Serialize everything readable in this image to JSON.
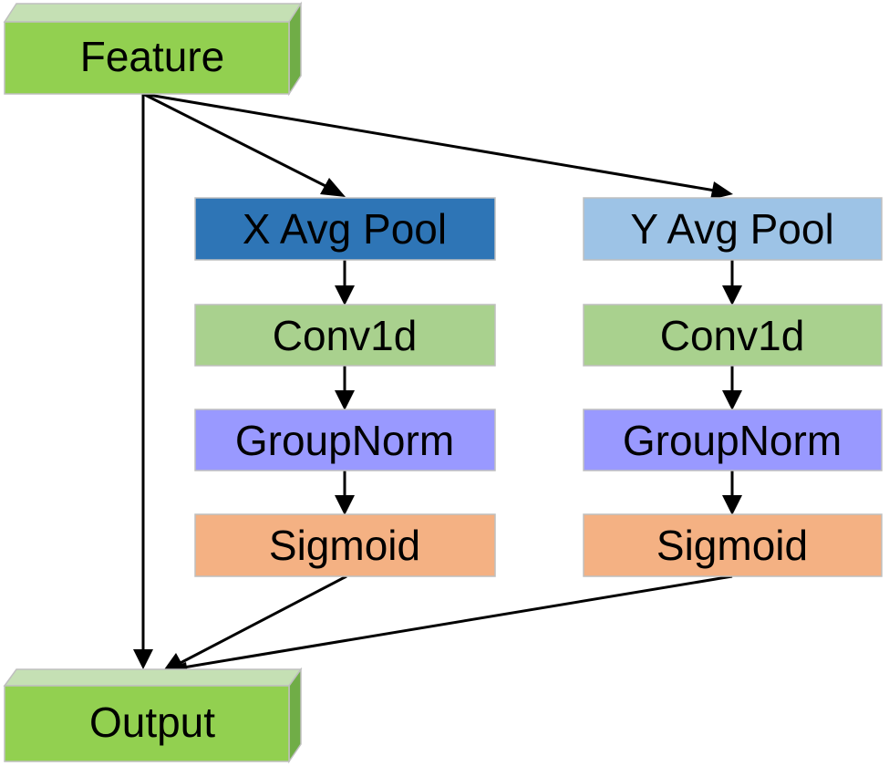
{
  "nodes": {
    "feature": {
      "label": "Feature",
      "color": "#92d050"
    },
    "output": {
      "label": "Output",
      "color": "#92d050"
    },
    "x_pool": {
      "label": "X Avg Pool",
      "color": "#2e75b6"
    },
    "y_pool": {
      "label": "Y Avg Pool",
      "color": "#9dc3e6"
    },
    "x_conv": {
      "label": "Conv1d",
      "color": "#a9d18e"
    },
    "y_conv": {
      "label": "Conv1d",
      "color": "#a9d18e"
    },
    "x_norm": {
      "label": "GroupNorm",
      "color": "#9999ff"
    },
    "y_norm": {
      "label": "GroupNorm",
      "color": "#9999ff"
    },
    "x_sig": {
      "label": "Sigmoid",
      "color": "#f4b183"
    },
    "y_sig": {
      "label": "Sigmoid",
      "color": "#f4b183"
    }
  },
  "edges": [
    {
      "from": "feature",
      "to": "output"
    },
    {
      "from": "feature",
      "to": "x_pool"
    },
    {
      "from": "feature",
      "to": "y_pool"
    },
    {
      "from": "x_pool",
      "to": "x_conv"
    },
    {
      "from": "x_conv",
      "to": "x_norm"
    },
    {
      "from": "x_norm",
      "to": "x_sig"
    },
    {
      "from": "y_pool",
      "to": "y_conv"
    },
    {
      "from": "y_conv",
      "to": "y_norm"
    },
    {
      "from": "y_norm",
      "to": "y_sig"
    },
    {
      "from": "x_sig",
      "to": "output"
    },
    {
      "from": "y_sig",
      "to": "output"
    }
  ]
}
